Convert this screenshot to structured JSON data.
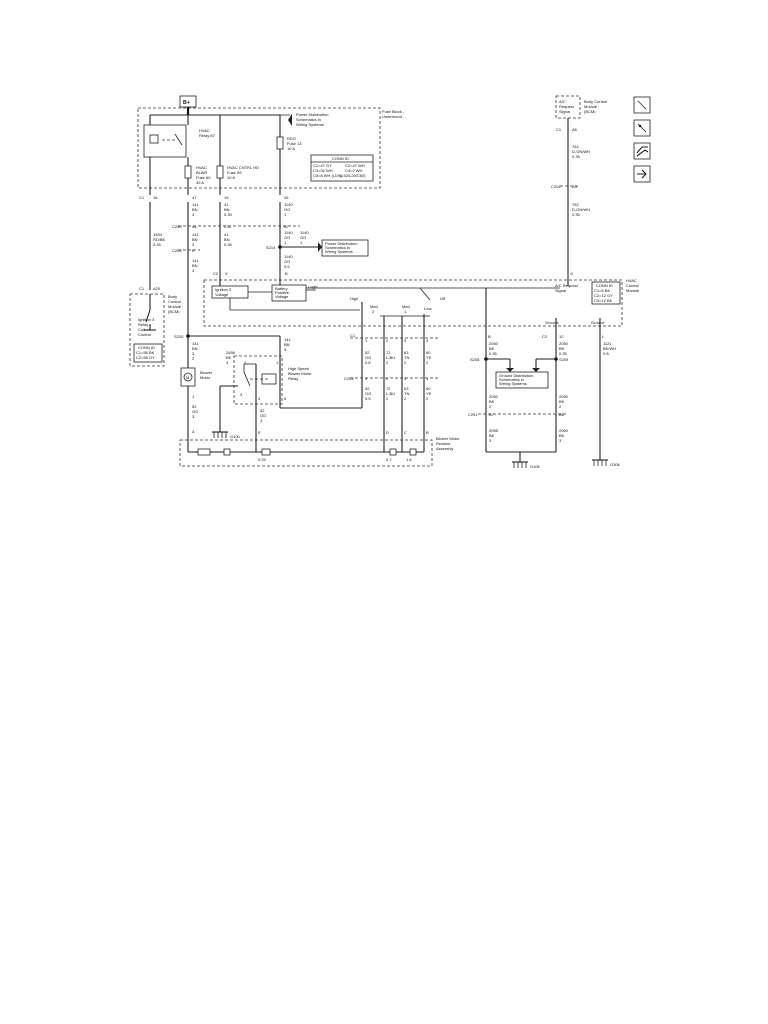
{
  "fuse_block": {
    "battery_label": "B+",
    "title_lines": [
      "Fuse Block -",
      "Underhood"
    ],
    "power_dist_ref": [
      "Power Distribution",
      "Schematics in",
      "Wiring Systems"
    ],
    "hvac_relay": [
      "HVAC",
      "Relay 87"
    ],
    "hvac_blwr_fuse": [
      "HVAC",
      "BLWR",
      "Fuse 60",
      "40 A"
    ],
    "hvac_cntrl_fuse": [
      "HVAC CNTRL HD",
      "Fuse 59",
      "10 A"
    ],
    "rdo_fuse": [
      "RDO",
      "Fuse 13",
      "10 A"
    ],
    "conn_id": {
      "title": "CONN ID",
      "rows": [
        [
          "C1=47 GY",
          "C2=47 WH"
        ],
        [
          "C3=32 WH",
          "C4=2 WH"
        ],
        [
          "C5=8 WH (LD9)",
          "(L52/L20/C60)"
        ]
      ]
    }
  },
  "bcm_top": {
    "title": [
      "Body Control",
      "Module",
      "(BCM)"
    ],
    "ac_request": [
      "A/C",
      "Request",
      "Signal"
    ],
    "c1_pin": "C1",
    "c1_pin_num": "A6",
    "wire1": [
      "762",
      "D-GN/WH",
      "0.35"
    ],
    "splice": "C204",
    "splice_pin": "A3",
    "wire2": [
      "762",
      "D-GN/WH",
      "0.35"
    ]
  },
  "wires_top": {
    "pins": [
      "C1",
      "16",
      "47",
      "19",
      "26"
    ],
    "w141": [
      "141",
      "BN",
      "3"
    ],
    "w41": [
      "41",
      "BN",
      "0.35"
    ],
    "w1140": [
      "1140",
      "OG",
      "1"
    ],
    "c250": "C250",
    "a1": "A1",
    "c11": "C11",
    "b7": "B7",
    "w141b": [
      "141",
      "BN",
      "3"
    ],
    "w41b": [
      "41",
      "BN",
      "0.35"
    ],
    "w1140b": [
      "1140",
      "OG",
      "1"
    ],
    "w1140c": [
      "1140",
      "OG",
      "1"
    ],
    "c203": "C203",
    "pin_e": "E",
    "s214": "S214",
    "pd_ref2": [
      "Power Distribution",
      "Schematics in",
      "Wiring Systems"
    ],
    "w141c": [
      "141",
      "BN",
      "3"
    ],
    "w1140d": [
      "1140",
      "OG",
      "0.5"
    ],
    "c2": "C2",
    "pin_x": "X",
    "pin_b": "B"
  },
  "bcm_left": {
    "w1594": [
      "1594",
      "RD/BK",
      "0.35"
    ],
    "c1": "C1",
    "a20": "A20",
    "title": [
      "Body",
      "Control",
      "Module",
      "(BCM)"
    ],
    "relay_ctrl": [
      "Ignition 3",
      "Relay",
      "Coil",
      "Control"
    ],
    "conn_id": {
      "title": "CONN ID",
      "rows": [
        [
          "C1=56 BK"
        ],
        [
          "C2=56 GY"
        ]
      ]
    }
  },
  "hvac_module": {
    "title": [
      "HVAC",
      "Control",
      "Module"
    ],
    "ign3": [
      "Ignition 3",
      "Voltage"
    ],
    "batt_pos": [
      "Battery",
      "Positive",
      "Voltage"
    ],
    "logic": "Logic",
    "ac_request": [
      "A/C Request",
      "Signal"
    ],
    "pin_g": "G",
    "high": "High",
    "med2": [
      "Med",
      "2"
    ],
    "med1": [
      "Med",
      "1"
    ],
    "low": "Low",
    "off": "Off",
    "ground1": "Ground",
    "ground2": "Ground",
    "conn_id": {
      "title": "CONN ID",
      "rows": [
        [
          "C1=6 BK"
        ],
        [
          "C2=12 GY"
        ],
        [
          "C3=12 BK"
        ]
      ]
    }
  },
  "blower": {
    "s220": "S220",
    "w141": [
      "141",
      "BN",
      "3"
    ],
    "w141b": [
      "141",
      "BN",
      "3"
    ],
    "blower_motor": [
      "Blower",
      "Motor"
    ],
    "pin2": "2",
    "pin1": "1",
    "w52": [
      "52",
      "OG",
      "3"
    ],
    "w2656": [
      "2656",
      "BK",
      "3"
    ],
    "relay": [
      "High Speed",
      "Blower Motor",
      "Relay"
    ],
    "relay_pins": [
      "1",
      "2",
      "3",
      "4",
      "5"
    ],
    "w52b": [
      "52",
      "OG",
      "3"
    ],
    "g100": "G100",
    "pin_a": "A",
    "pin_e": "E"
  },
  "resistor_bus": {
    "c1": "C1",
    "pins_top": [
      "1",
      "2",
      "3",
      "4"
    ],
    "w52": [
      "52",
      "OG",
      "0.8"
    ],
    "w72": [
      "72",
      "L-BU",
      "2"
    ],
    "w63": [
      "63",
      "TN",
      "2"
    ],
    "w60": [
      "60",
      "YE",
      "2"
    ],
    "c203": "C203",
    "pins_mid": [
      "4",
      "2",
      "3",
      "1"
    ],
    "w52b": [
      "52",
      "OG",
      "0.5"
    ],
    "w72b": [
      "72",
      "L-BU",
      "2"
    ],
    "w63b": [
      "63",
      "TN",
      "2"
    ],
    "w60b": [
      "60",
      "YE",
      "2"
    ],
    "pins_bottom": [
      "D",
      "C",
      "B"
    ],
    "r1": "0.25",
    "r2": "0.7",
    "r3": "1.6",
    "assembly": [
      "Blower Motor",
      "Resistor",
      "Assembly"
    ]
  },
  "ground_section": {
    "pin_b": "B",
    "w2050a": [
      "2050",
      "BK",
      "0.35"
    ],
    "c2": "C2",
    "c2_pin": "12",
    "w2050b": [
      "2050",
      "BK",
      "0.35"
    ],
    "pin_l": "L",
    "w1121": [
      "1121",
      "BK/WH",
      "0.8"
    ],
    "s208": "S208",
    "s205": "S205",
    "gd_ref": [
      "Ground Distribution",
      "Schematics in",
      "Wiring Systems"
    ],
    "w2050c": [
      "2050",
      "BK",
      "2"
    ],
    "w2050d": [
      "2050",
      "BK",
      "2"
    ],
    "c251": "C251",
    "b7": "B7",
    "b6": "B6",
    "w2058": [
      "2058",
      "BK",
      "3"
    ],
    "w2060": [
      "2060",
      "BK",
      "3"
    ],
    "g106": "G106",
    "g306": "G306"
  },
  "legend_icons": [
    "component-icon",
    "splice-icon",
    "harness-icon",
    "arrow-icon"
  ]
}
